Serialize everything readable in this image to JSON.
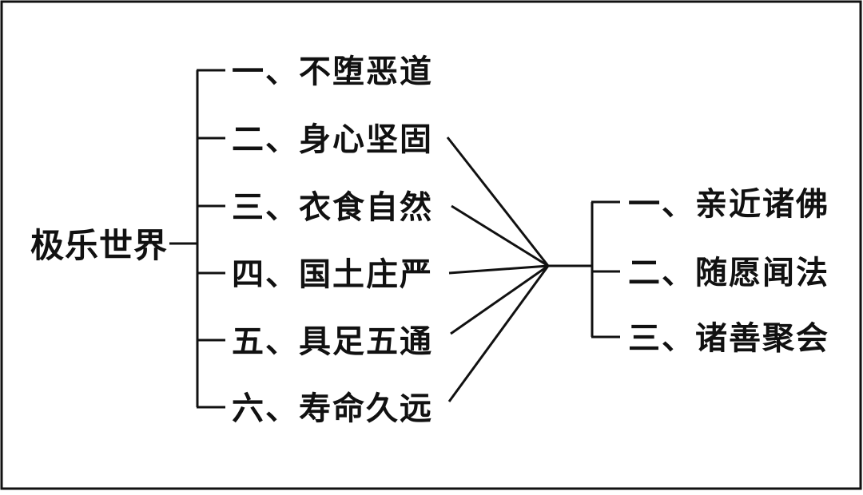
{
  "root": {
    "label": "极乐世界"
  },
  "benefits": [
    {
      "label": "一、不堕恶道"
    },
    {
      "label": "二、身心坚固"
    },
    {
      "label": "三、衣食自然"
    },
    {
      "label": "四、国土庄严"
    },
    {
      "label": "五、具足五通"
    },
    {
      "label": "六、寿命久远"
    }
  ],
  "gains": [
    {
      "label": "一、亲近诸佛"
    },
    {
      "label": "二、随愿闻法"
    },
    {
      "label": "三、诸善聚会"
    }
  ],
  "colors": {
    "line": "#111111",
    "text": "#111111",
    "background": "#ffffff",
    "frame": "#111111"
  }
}
